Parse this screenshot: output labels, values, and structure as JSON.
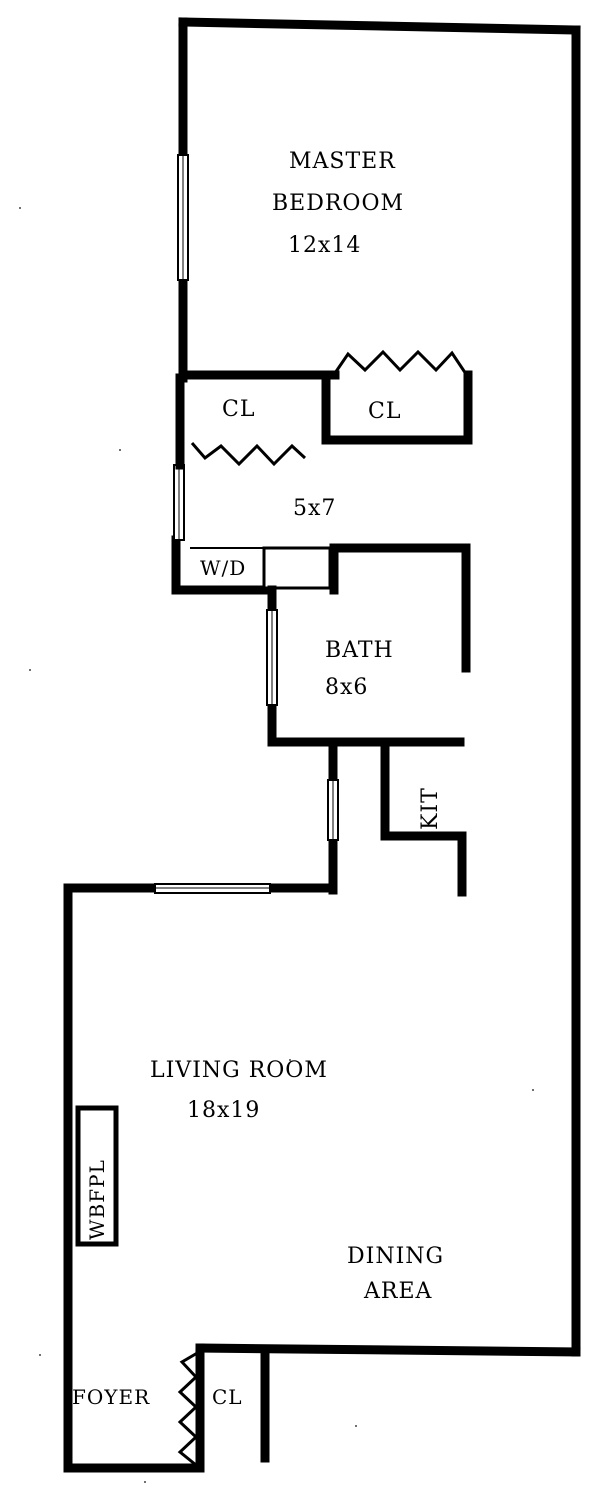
{
  "rooms": {
    "master_bedroom": {
      "line1": "MASTER",
      "line2": "BEDROOM",
      "size": "12x14"
    },
    "closet_left": "CL",
    "closet_right": "CL",
    "dressing": {
      "size": "5x7"
    },
    "washer_dryer": "W/D",
    "bath": {
      "name": "BATH",
      "size": "8x6"
    },
    "kitchen": "KIT",
    "living_room": {
      "name": "LIVING ROOM",
      "size": "18x19"
    },
    "fireplace": "WBFPL",
    "dining": {
      "line1": "DINING",
      "line2": "AREA"
    },
    "foyer": "FOYER",
    "closet_foyer": "CL"
  }
}
